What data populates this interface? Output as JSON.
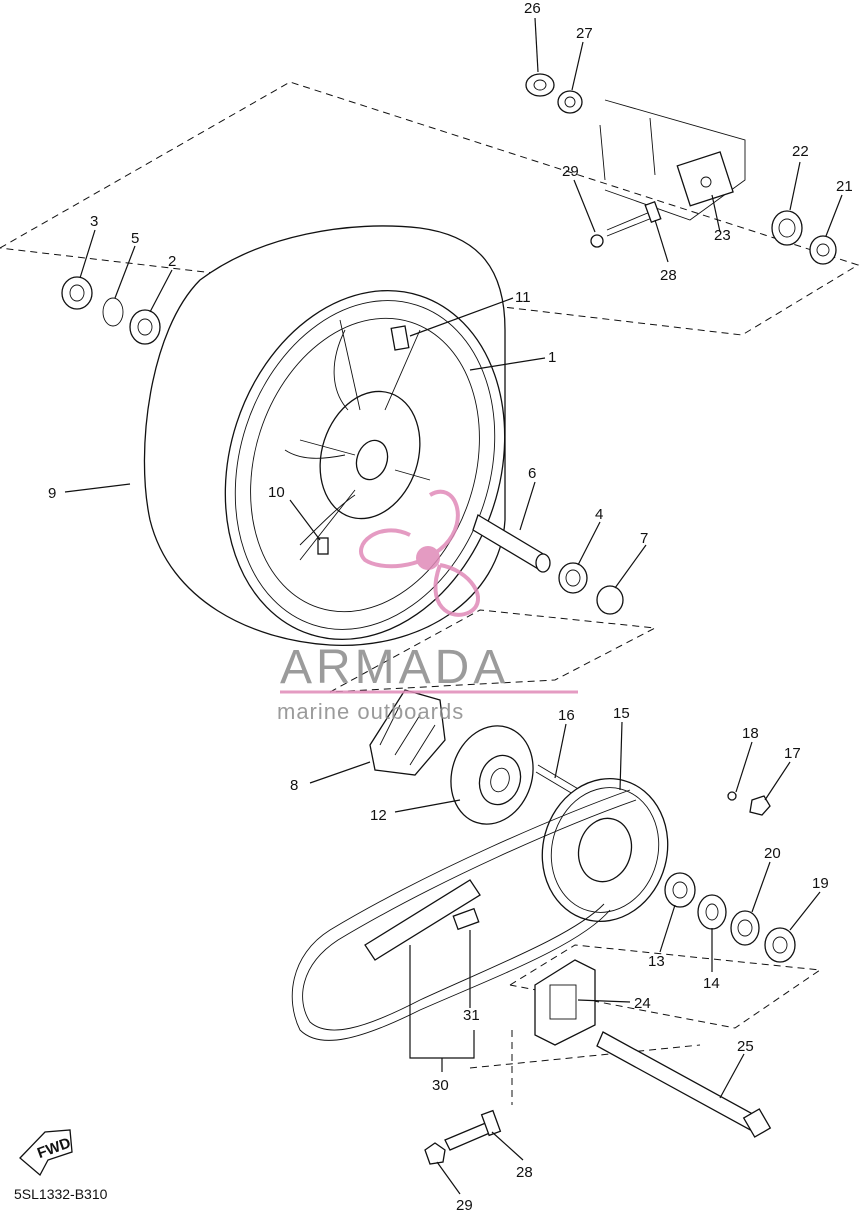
{
  "diagram_code": "5SL1332-B310",
  "fwd_label": "FWD",
  "watermark": {
    "brand": "ARMADA",
    "tagline": "marine outboards",
    "color": "#e08ab8"
  },
  "callouts": [
    "26",
    "27",
    "29",
    "22",
    "21",
    "28",
    "23",
    "3",
    "5",
    "2",
    "11",
    "1",
    "9",
    "10",
    "6",
    "4",
    "7",
    "16",
    "15",
    "18",
    "17",
    "8",
    "12",
    "20",
    "19",
    "13",
    "14",
    "24",
    "31",
    "25",
    "30",
    "28",
    "29"
  ]
}
